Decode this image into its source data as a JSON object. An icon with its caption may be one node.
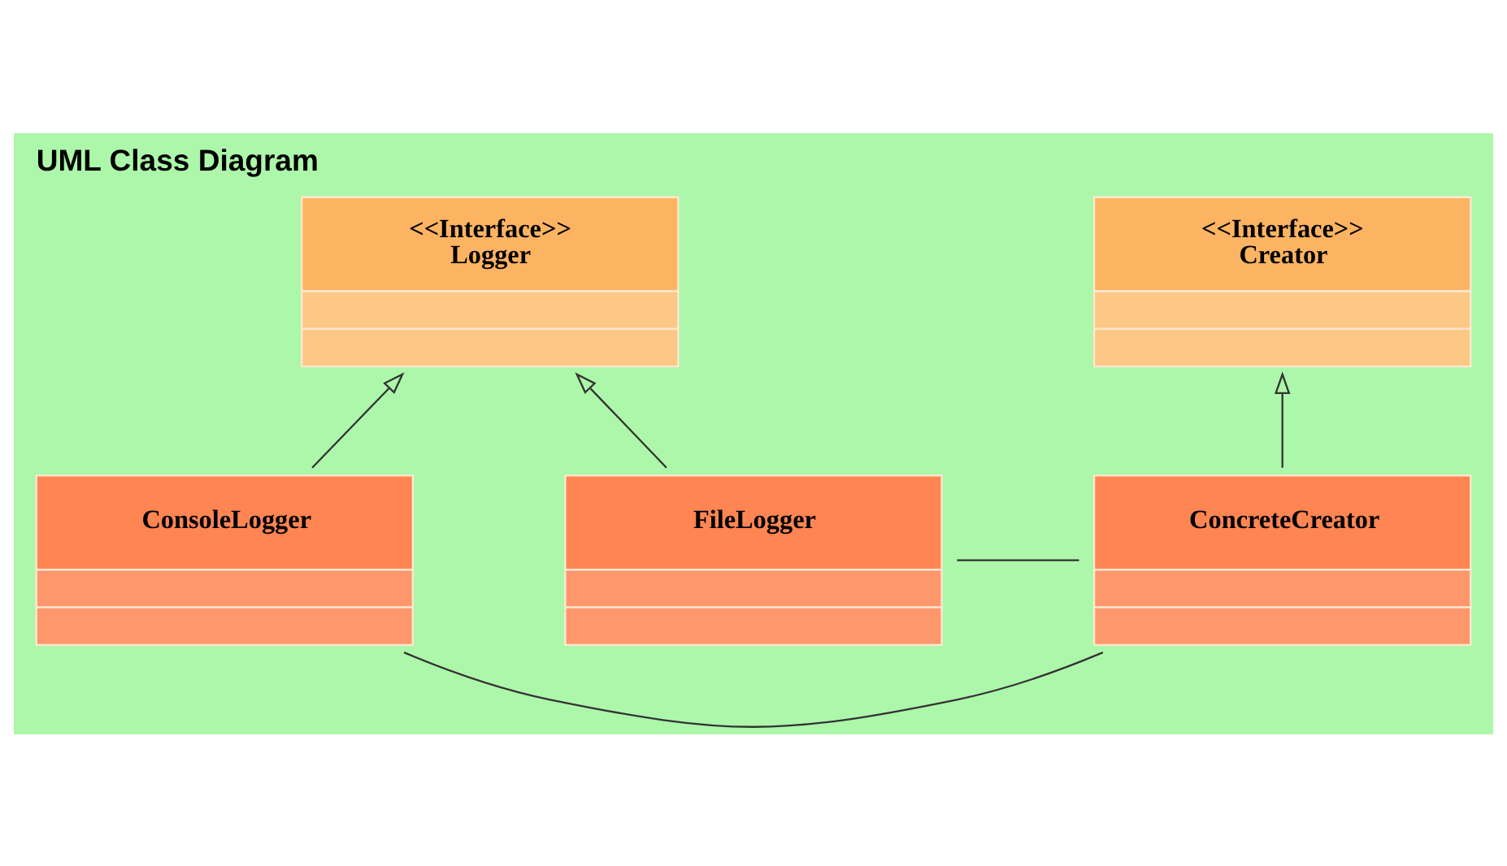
{
  "diagram": {
    "title": "UML Class Diagram",
    "nodes": [
      {
        "text": [
          "<<Interface>>",
          "Logger"
        ]
      },
      {
        "text": [
          "<<Interface>>",
          "Creator"
        ]
      },
      {
        "text": [
          "ConsoleLogger"
        ]
      },
      {
        "text": [
          "FileLogger"
        ]
      },
      {
        "text": [
          "ConcreteCreator"
        ]
      }
    ],
    "edges": [
      {
        "from": 3,
        "to": 0,
        "arrow": "to"
      },
      {
        "from": 2,
        "to": 0,
        "arrow": "to"
      },
      {
        "from": 4,
        "to": 1,
        "arrow": "to"
      },
      {
        "from": 2,
        "to": 4,
        "arrow": "none"
      },
      {
        "from": 3,
        "to": 4,
        "arrow": "none"
      }
    ]
  }
}
